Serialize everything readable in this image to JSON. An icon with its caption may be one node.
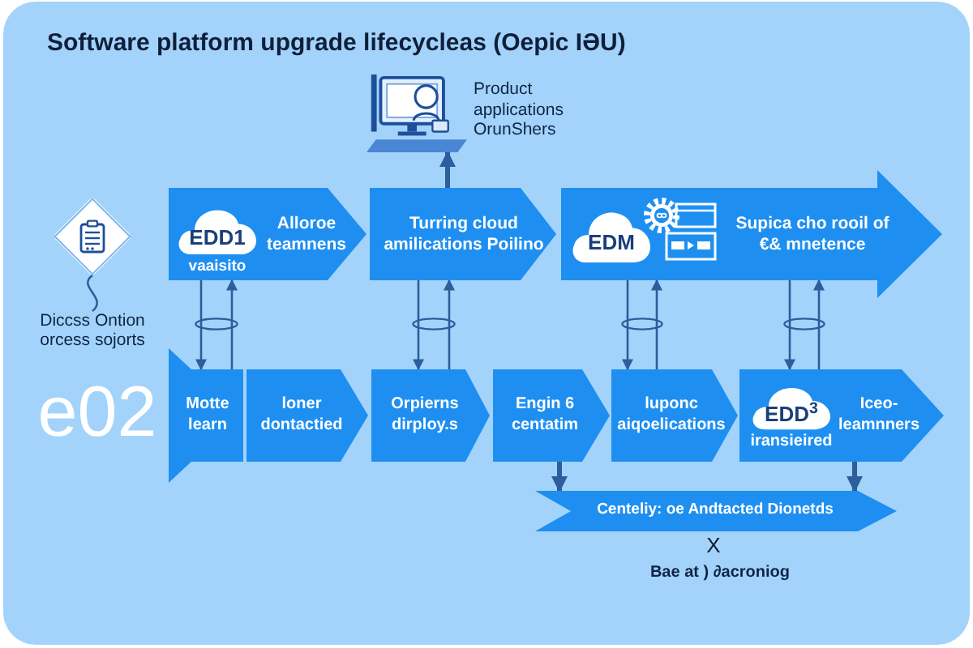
{
  "diagram": {
    "title": "Software platform upgrade lifecycleas (Oepic IƏU)",
    "nodes": [
      {
        "text": [],
        "shape": "picture",
        "beside": [
          "Product applications OrunShers"
        ]
      },
      {
        "text": [],
        "shape": "diamond"
      },
      {
        "text": [
          "Diccss Ontion orcess sojorts"
        ]
      },
      {
        "text": [
          "Alloroe teamnens"
        ]
      },
      {
        "text": [
          "EDD1"
        ],
        "in": 3,
        "beside": [
          "vaaisito"
        ]
      },
      {
        "text": [
          "Turring cloud amilications Poilino"
        ]
      },
      {
        "text": [
          "Supica cho rooil of €& mnetence"
        ]
      },
      {
        "text": [
          "EDM"
        ],
        "in": 6
      },
      {
        "text": [
          "Motte learn"
        ]
      },
      {
        "text": [
          "loner dontactied"
        ]
      },
      {
        "text": [
          "Orpierns dirploy.s"
        ]
      },
      {
        "text": [
          "Engin 6 centatim"
        ]
      },
      {
        "text": [
          "luponc aiqoelications"
        ]
      },
      {
        "text": [
          "Iceo- leamnners"
        ]
      },
      {
        "text": [
          "EDD$^{3}$"
        ],
        "in": 13,
        "beside": [
          "iransieired"
        ]
      },
      {
        "text": [
          "Centeliy: oe Andtacted Dionetds"
        ]
      }
    ],
    "edges": [
      {
        "from": 5,
        "to": 0,
        "arrow": "to",
        "style": "thick"
      },
      {
        "from": 1,
        "to": 2,
        "arrow": "none"
      },
      {
        "from": 3,
        "to": 8,
        "arrow": "to"
      },
      {
        "from": 8,
        "to": 3,
        "arrow": "to"
      },
      {
        "from": 5,
        "to": 10,
        "arrow": "to"
      },
      {
        "from": 10,
        "to": 5,
        "arrow": "to"
      },
      {
        "from": 6,
        "to": 12,
        "arrow": "to"
      },
      {
        "from": 12,
        "to": 6,
        "arrow": "to"
      },
      {
        "from": 6,
        "to": 13,
        "arrow": "to"
      },
      {
        "from": 13,
        "to": 6,
        "arrow": "to"
      },
      {
        "from": 11,
        "to": 15,
        "arrow": "to",
        "style": "thick"
      },
      {
        "from": 13,
        "to": 15,
        "arrow": "to",
        "style": "thick"
      }
    ],
    "labels": [
      "e02",
      "X",
      "Bae at ) ∂acroniog"
    ]
  }
}
